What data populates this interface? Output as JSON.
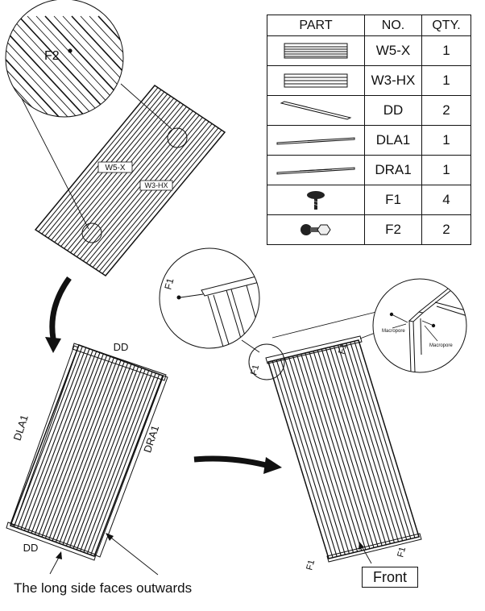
{
  "table": {
    "headers": {
      "part": "PART",
      "no": "NO.",
      "qty": "QTY."
    },
    "rows": [
      {
        "icon": "wall-panel-w5-icon",
        "no": "W5-X",
        "qty": "1"
      },
      {
        "icon": "wall-panel-w3-icon",
        "no": "W3-HX",
        "qty": "1"
      },
      {
        "icon": "rail-dd-icon",
        "no": "DD",
        "qty": "2"
      },
      {
        "icon": "rail-dla1-icon",
        "no": "DLA1",
        "qty": "1"
      },
      {
        "icon": "rail-dra1-icon",
        "no": "DRA1",
        "qty": "1"
      },
      {
        "icon": "screw-f1-icon",
        "no": "F1",
        "qty": "4"
      },
      {
        "icon": "bolt-nut-f2-icon",
        "no": "F2",
        "qty": "2"
      }
    ]
  },
  "step1": {
    "zoom_label": "F2",
    "label_w5": "W5-X",
    "label_w3": "W3-HX"
  },
  "step2": {
    "top_rail": "DD",
    "bottom_rail": "DD",
    "left_rail": "DLA1",
    "right_rail": "DRA1"
  },
  "step3": {
    "zoom_left_label": "F1",
    "zoom_right_label_a": "Macropore",
    "zoom_right_label_b": "Macropore",
    "corner_tl": "F1",
    "corner_tr": "F1",
    "corner_bl": "F1",
    "corner_br": "F1"
  },
  "caption": "The long side faces outwards",
  "front_label": "Front"
}
